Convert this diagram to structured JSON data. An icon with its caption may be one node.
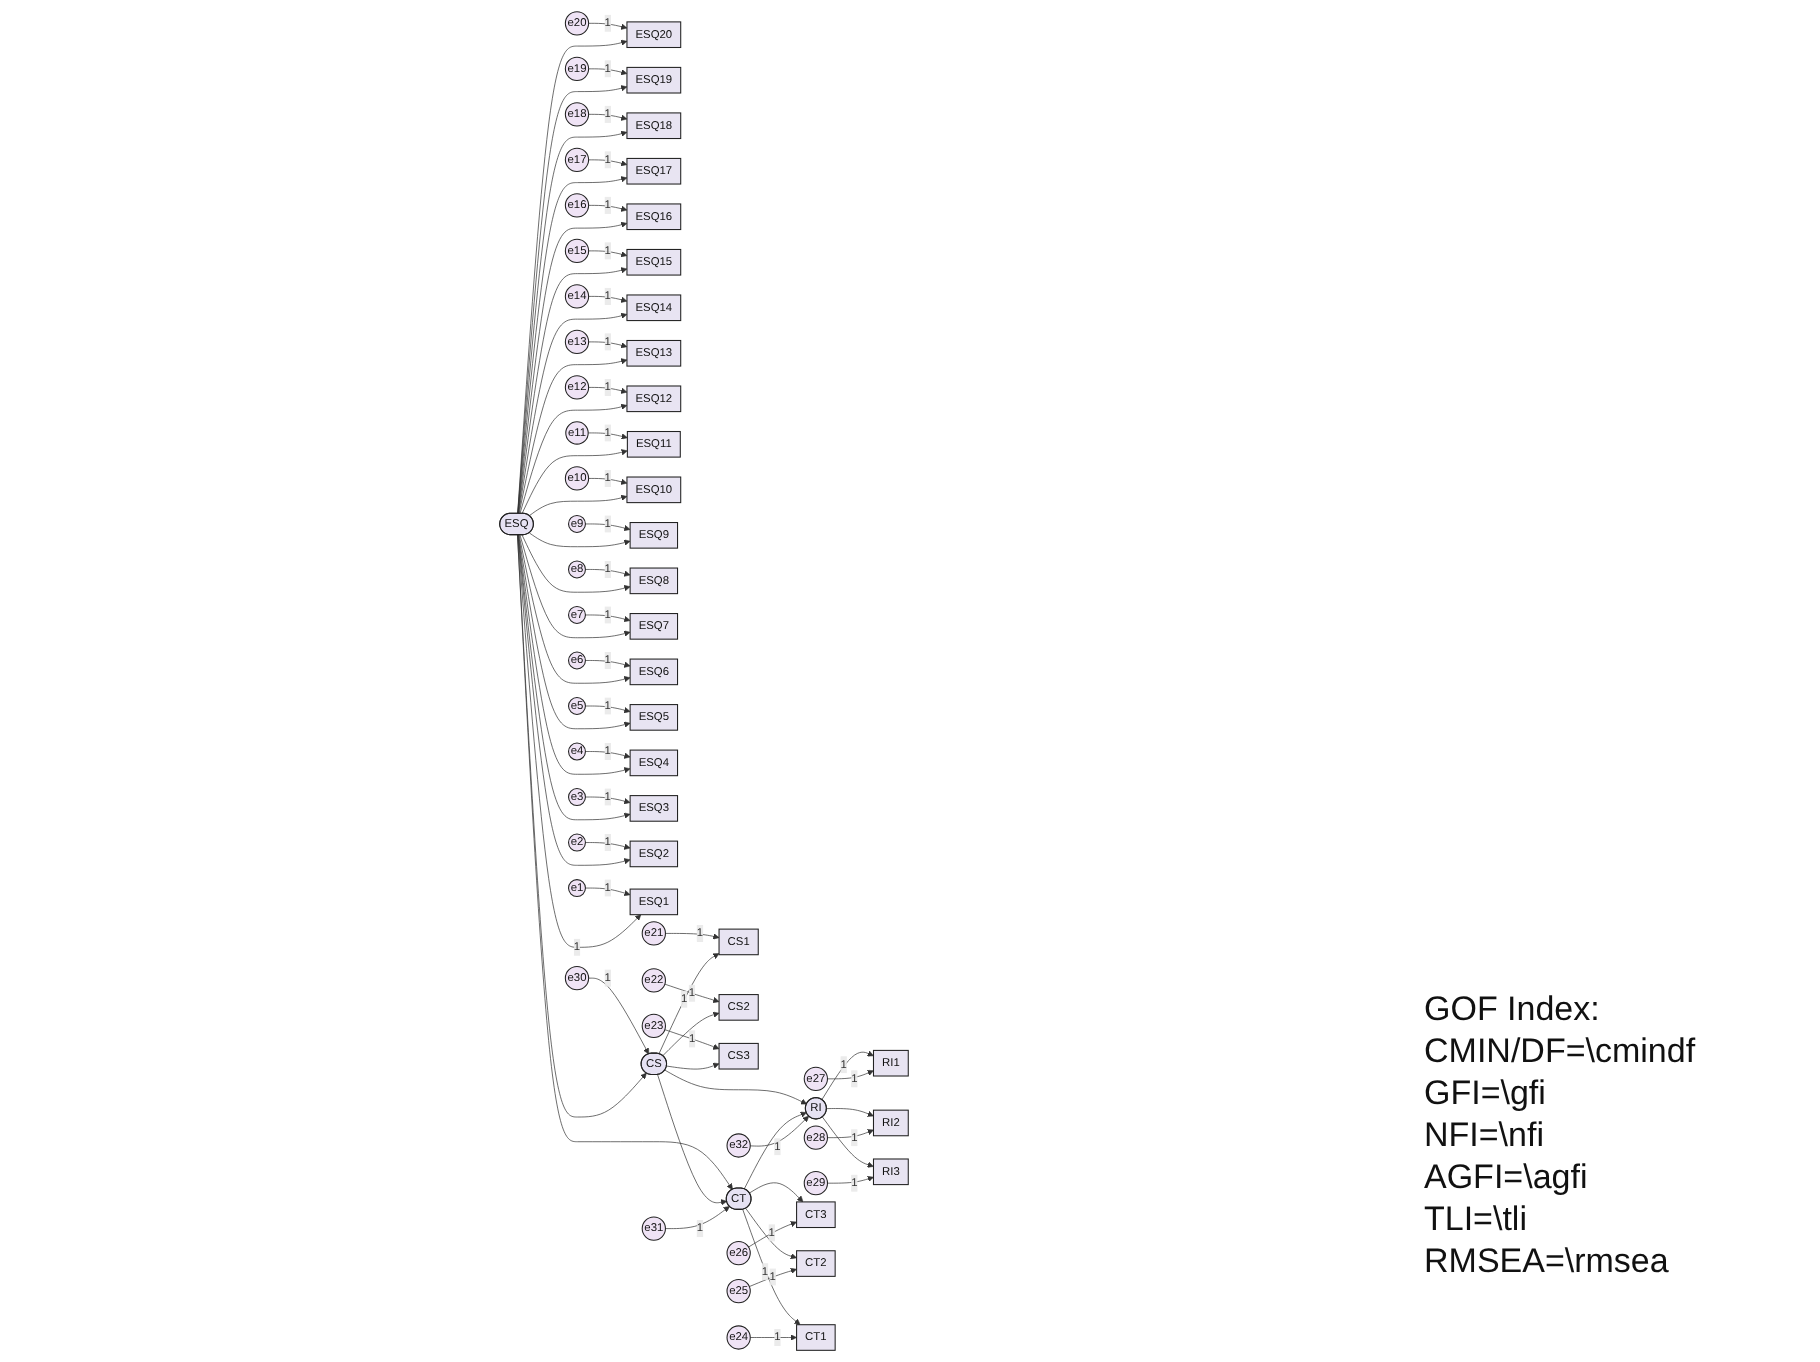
{
  "diagram": {
    "nodes": [
      {
        "text": [
          "e20"
        ]
      },
      {
        "text": [
          "e19"
        ]
      },
      {
        "text": [
          "e18"
        ]
      },
      {
        "text": [
          "e17"
        ]
      },
      {
        "text": [
          "e16"
        ]
      },
      {
        "text": [
          "e15"
        ]
      },
      {
        "text": [
          "e14"
        ]
      },
      {
        "text": [
          "e13"
        ]
      },
      {
        "text": [
          "e12"
        ]
      },
      {
        "text": [
          "e11"
        ]
      },
      {
        "text": [
          "e10"
        ]
      },
      {
        "text": [
          "e9"
        ]
      },
      {
        "text": [
          "e8"
        ]
      },
      {
        "text": [
          "e7"
        ]
      },
      {
        "text": [
          "e6"
        ]
      },
      {
        "text": [
          "e5"
        ]
      },
      {
        "text": [
          "e4"
        ]
      },
      {
        "text": [
          "e3"
        ]
      },
      {
        "text": [
          "e2"
        ]
      },
      {
        "text": [
          "e1"
        ]
      },
      {
        "text": [
          "ESQ20"
        ]
      },
      {
        "text": [
          "ESQ19"
        ]
      },
      {
        "text": [
          "ESQ18"
        ]
      },
      {
        "text": [
          "ESQ17"
        ]
      },
      {
        "text": [
          "ESQ16"
        ]
      },
      {
        "text": [
          "ESQ15"
        ]
      },
      {
        "text": [
          "ESQ14"
        ]
      },
      {
        "text": [
          "ESQ13"
        ]
      },
      {
        "text": [
          "ESQ12"
        ]
      },
      {
        "text": [
          "ESQ11"
        ]
      },
      {
        "text": [
          "ESQ10"
        ]
      },
      {
        "text": [
          "ESQ9"
        ]
      },
      {
        "text": [
          "ESQ8"
        ]
      },
      {
        "text": [
          "ESQ7"
        ]
      },
      {
        "text": [
          "ESQ6"
        ]
      },
      {
        "text": [
          "ESQ5"
        ]
      },
      {
        "text": [
          "ESQ4"
        ]
      },
      {
        "text": [
          "ESQ3"
        ]
      },
      {
        "text": [
          "ESQ2"
        ]
      },
      {
        "text": [
          "ESQ1"
        ]
      },
      {
        "text": [
          "e21"
        ]
      },
      {
        "text": [
          "e22"
        ]
      },
      {
        "text": [
          "e23"
        ]
      },
      {
        "text": [
          "CS1"
        ]
      },
      {
        "text": [
          "CS2"
        ]
      },
      {
        "text": [
          "CS3"
        ]
      },
      {
        "text": [
          "CS"
        ]
      },
      {
        "text": [
          "e30"
        ]
      },
      {
        "text": [
          "ESQ"
        ]
      },
      {
        "text": [
          "e32"
        ]
      },
      {
        "text": [
          "RI"
        ]
      },
      {
        "text": [
          "RI1"
        ]
      },
      {
        "text": [
          "RI2"
        ]
      },
      {
        "text": [
          "RI3"
        ]
      },
      {
        "text": [
          "e27"
        ]
      },
      {
        "text": [
          "e28"
        ]
      },
      {
        "text": [
          "e29"
        ]
      },
      {
        "text": [
          "CT"
        ]
      },
      {
        "text": [
          "e31"
        ]
      },
      {
        "text": [
          "CT3"
        ]
      },
      {
        "text": [
          "CT2"
        ]
      },
      {
        "text": [
          "CT1"
        ]
      },
      {
        "text": [
          "e26"
        ]
      },
      {
        "text": [
          "e25"
        ]
      },
      {
        "text": [
          "e24"
        ]
      }
    ],
    "edges": [
      {
        "from": 0,
        "to": 20,
        "arrow": "to",
        "label": "1"
      },
      {
        "from": 1,
        "to": 21,
        "arrow": "to",
        "label": "1"
      },
      {
        "from": 2,
        "to": 22,
        "arrow": "to",
        "label": "1"
      },
      {
        "from": 3,
        "to": 23,
        "arrow": "to",
        "label": "1"
      },
      {
        "from": 4,
        "to": 24,
        "arrow": "to",
        "label": "1"
      },
      {
        "from": 5,
        "to": 25,
        "arrow": "to",
        "label": "1"
      },
      {
        "from": 6,
        "to": 26,
        "arrow": "to",
        "label": "1"
      },
      {
        "from": 7,
        "to": 27,
        "arrow": "to",
        "label": "1"
      },
      {
        "from": 8,
        "to": 28,
        "arrow": "to",
        "label": "1"
      },
      {
        "from": 9,
        "to": 29,
        "arrow": "to",
        "label": "1"
      },
      {
        "from": 10,
        "to": 30,
        "arrow": "to",
        "label": "1"
      },
      {
        "from": 11,
        "to": 31,
        "arrow": "to",
        "label": "1"
      },
      {
        "from": 12,
        "to": 32,
        "arrow": "to",
        "label": "1"
      },
      {
        "from": 13,
        "to": 33,
        "arrow": "to",
        "label": "1"
      },
      {
        "from": 14,
        "to": 34,
        "arrow": "to",
        "label": "1"
      },
      {
        "from": 15,
        "to": 35,
        "arrow": "to",
        "label": "1"
      },
      {
        "from": 16,
        "to": 36,
        "arrow": "to",
        "label": "1"
      },
      {
        "from": 17,
        "to": 37,
        "arrow": "to",
        "label": "1"
      },
      {
        "from": 18,
        "to": 38,
        "arrow": "to",
        "label": "1"
      },
      {
        "from": 19,
        "to": 39,
        "arrow": "to",
        "label": "1"
      },
      {
        "from": 48,
        "to": 20,
        "arrow": "to"
      },
      {
        "from": 48,
        "to": 21,
        "arrow": "to"
      },
      {
        "from": 48,
        "to": 22,
        "arrow": "to"
      },
      {
        "from": 48,
        "to": 23,
        "arrow": "to"
      },
      {
        "from": 48,
        "to": 24,
        "arrow": "to"
      },
      {
        "from": 48,
        "to": 25,
        "arrow": "to"
      },
      {
        "from": 48,
        "to": 26,
        "arrow": "to"
      },
      {
        "from": 48,
        "to": 27,
        "arrow": "to"
      },
      {
        "from": 48,
        "to": 28,
        "arrow": "to"
      },
      {
        "from": 48,
        "to": 29,
        "arrow": "to"
      },
      {
        "from": 48,
        "to": 30,
        "arrow": "to"
      },
      {
        "from": 48,
        "to": 31,
        "arrow": "to"
      },
      {
        "from": 48,
        "to": 32,
        "arrow": "to"
      },
      {
        "from": 48,
        "to": 33,
        "arrow": "to"
      },
      {
        "from": 48,
        "to": 34,
        "arrow": "to"
      },
      {
        "from": 48,
        "to": 35,
        "arrow": "to"
      },
      {
        "from": 48,
        "to": 36,
        "arrow": "to"
      },
      {
        "from": 48,
        "to": 37,
        "arrow": "to"
      },
      {
        "from": 48,
        "to": 38,
        "arrow": "to"
      },
      {
        "from": 48,
        "to": 39,
        "arrow": "to",
        "label": "1"
      },
      {
        "from": 40,
        "to": 43,
        "arrow": "to",
        "label": "1"
      },
      {
        "from": 41,
        "to": 44,
        "arrow": "to",
        "label": "1"
      },
      {
        "from": 42,
        "to": 45,
        "arrow": "to",
        "label": "1"
      },
      {
        "from": 46,
        "to": 43,
        "arrow": "to",
        "label": "1"
      },
      {
        "from": 46,
        "to": 44,
        "arrow": "to"
      },
      {
        "from": 46,
        "to": 45,
        "arrow": "to"
      },
      {
        "from": 47,
        "to": 46,
        "arrow": "to",
        "label": "1"
      },
      {
        "from": 48,
        "to": 46,
        "arrow": "to"
      },
      {
        "from": 48,
        "to": 57,
        "arrow": "to"
      },
      {
        "from": 46,
        "to": 57,
        "arrow": "to"
      },
      {
        "from": 46,
        "to": 50,
        "arrow": "to"
      },
      {
        "from": 57,
        "to": 50,
        "arrow": "to"
      },
      {
        "from": 49,
        "to": 50,
        "arrow": "to",
        "label": "1"
      },
      {
        "from": 50,
        "to": 51,
        "arrow": "to",
        "label": "1"
      },
      {
        "from": 50,
        "to": 52,
        "arrow": "to"
      },
      {
        "from": 50,
        "to": 53,
        "arrow": "to"
      },
      {
        "from": 54,
        "to": 51,
        "arrow": "to",
        "label": "1"
      },
      {
        "from": 55,
        "to": 52,
        "arrow": "to",
        "label": "1"
      },
      {
        "from": 56,
        "to": 53,
        "arrow": "to",
        "label": "1"
      },
      {
        "from": 58,
        "to": 57,
        "arrow": "to",
        "label": "1"
      },
      {
        "from": 57,
        "to": 59,
        "arrow": "to"
      },
      {
        "from": 57,
        "to": 60,
        "arrow": "to"
      },
      {
        "from": 57,
        "to": 61,
        "arrow": "to",
        "label": "1"
      },
      {
        "from": 62,
        "to": 59,
        "arrow": "to",
        "label": "1"
      },
      {
        "from": 63,
        "to": 60,
        "arrow": "to",
        "label": "1"
      },
      {
        "from": 64,
        "to": 61,
        "arrow": "to",
        "label": "1"
      }
    ],
    "labels": [
      "GOF Index:",
      "CMIN/DF=\\cmindf",
      "GFI=\\gfi",
      "NFI=\\nfi",
      "AGFI=\\agfi",
      "TLI=\\tli",
      "RMSEA=\\rmsea"
    ]
  }
}
